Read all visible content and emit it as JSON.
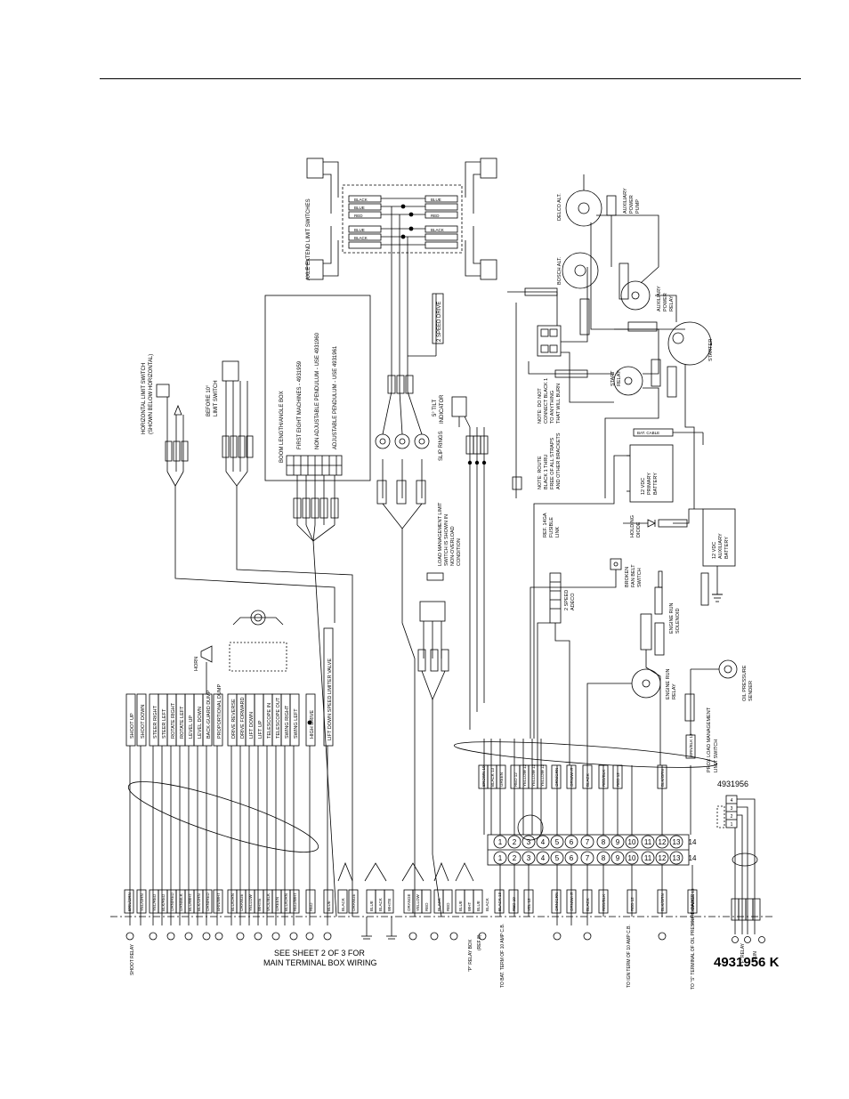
{
  "drawing_number": "4931956 K",
  "sheet_note": [
    "SEE SHEET 2 OF 3 FOR",
    "MAIN TERMINAL BOX WIRING"
  ],
  "components": {
    "axle_extend_limit_switches": "AXLE EXTEND LIMIT SWITCHES",
    "horizontal_limit_switch": [
      "HORIZONTAL LIMIT SWITCH",
      "(SHOWN BELOW HORIZONTAL)"
    ],
    "before_limit_switch": [
      "BEFORE 10°",
      "LIMIT SWITCH"
    ],
    "boom_box": {
      "title": "BOOM LENGTH/ANGLE BOX",
      "lines": [
        "FIRST EIGHT MACHINES - 4931959",
        "NON ADJUSTABLE PENDULUM - USE 4931960",
        "ADJUSTABLE PENDULUM - USE 4931961"
      ]
    },
    "two_speed_drive": "2 SPEED DRIVE",
    "tilt_indicator": [
      "5° TILT",
      "INDICATOR"
    ],
    "slip_rings": "SLIP RINGS",
    "load_mgmt_note": [
      "LOAD MANAGEMENT LIMIT",
      "SWITCH IS SHOWN IN",
      "NON-OVERLOAD",
      "CONDITION"
    ],
    "two_speed_adeco": [
      "2 SPEED",
      "ADECO"
    ],
    "broken_fan_belt_switch": [
      "BROKEN",
      "FAN BELT",
      "SWITCH"
    ],
    "engine_run_solenoid": [
      "ENGINE RUN",
      "SOLENOID"
    ],
    "engine_run_relay": [
      "ENGINE RUN",
      "RELAY"
    ],
    "oil_pressure_sender": [
      "OIL PRESSURE",
      "SENDER"
    ],
    "load_mgmt_switch": [
      "PROX LOAD MANAGEMENT",
      "LIMIT SWITCH"
    ],
    "relay_4931956": "4931956",
    "delco_alt": "DELCO ALT.",
    "bosch_alt": "BOSCH ALT.",
    "aux_power_pump": [
      "AUXILIARY",
      "POWER",
      "PUMP"
    ],
    "aux_power_relay": [
      "AUXILIARY",
      "POWER",
      "RELAY"
    ],
    "starter": "STARTER",
    "start_relay": [
      "START",
      "RELAY"
    ],
    "note_box": [
      "NOTE: DO NOT",
      "CONNECT BLACK 1",
      "TO ANYTHING",
      "THAT WILL BURN"
    ],
    "primary_battery": [
      "12 VDC",
      "PRIMARY",
      "BATTERY"
    ],
    "aux_battery": [
      "12 VDC",
      "AUXILIARY",
      "BATTERY"
    ],
    "holding_diode": [
      "HOLDING",
      "DIODE"
    ],
    "ref_note": [
      "REF. 14GA",
      "FUSIBLE",
      "LINK"
    ],
    "note_route": [
      "NOTE: ROUTE",
      "BLACK 1 THRU",
      "FREE OF ALL STRAPS",
      "AND OTHER BRACKETS"
    ],
    "horn": "HORN",
    "bat_cable": "BAT. CABLE"
  },
  "control_labels": [
    "SHOOT UP",
    "SHOOT DOWN",
    "STEER RIGHT",
    "STEER LEFT",
    "ROTATE RIGHT",
    "ROTATE LEFT",
    "LEVEL UP",
    "LEVEL DOWN",
    "BACK-GUARD DUMP",
    "PROPORTIONAL DUMP",
    "DRIVE REVERSE",
    "DRIVE FORWARD",
    "LIFT DOWN",
    "LIFT UP",
    "TELESCOPE IN",
    "TELESCOPE OUT",
    "SWING RIGHT",
    "SWING LEFT",
    "HIGH DRIVE",
    "LIFT DOWN SPEED LIMITER VALVE"
  ],
  "wire_colors_top": [
    "BLACK",
    "BLUE",
    "RED",
    "BLUE",
    "BLACK",
    "BLUE",
    "RED",
    "BLACK"
  ],
  "main_terminal_numbers": [
    "1",
    "2",
    "3",
    "4",
    "5",
    "6",
    "7",
    "8",
    "9",
    "10",
    "11",
    "12",
    "13",
    "14"
  ],
  "small_terminal_numbers": [
    "1",
    "2",
    "3",
    "4"
  ],
  "wire_tags_bottom": [
    "BRN/ORN",
    "YEL/ORN",
    "YEL/RED",
    "BLK/RED",
    "ORN/RED",
    "GRN/BLK",
    "BLU/WHT",
    "BLK/ORN",
    "ORN/RED",
    "BRN/WHT",
    "BLU/ORN",
    "ORANGE",
    "YELLOW",
    "WHITE",
    "VIOL/BLK",
    "GREEN",
    "BLU/ORN",
    "RED/WHT",
    "RED",
    "BLUE",
    "BLACK",
    "ORANGE",
    "BLUE",
    "BLACK",
    "WHITE",
    "ORANGE",
    "YELLOW",
    "RED",
    "BLACK",
    "RED",
    "BLUE",
    "WHT",
    "BLUE",
    "BLACK"
  ],
  "terminal_wire_tags": [
    "BLACK 13",
    "RED 10",
    "YEL 12",
    "ORN/GRN",
    "ORN/WHT",
    "BLACK",
    "RED/BLK",
    "RED 12",
    "BLK/ORN",
    "BRN/BLK 13"
  ],
  "terminal_upper_tags": [
    "BROWN 10",
    "BLACK 13",
    "GREEN",
    "RED 12",
    "YELLOW 12",
    "YELLOW 12",
    "YELLOW 12",
    "ORN/GRN",
    "ORN/WHT",
    "BLACK",
    "RED/BLK",
    "RED 12",
    "BLK/ORN",
    "BRN/BLK 13"
  ],
  "bottom_notes": [
    "SHOOT RELAY",
    "TO BAT. TERM OF 10 AMP C.B.",
    "TO IGN TERM OF 10 AMP C.B.",
    "TO \"S\" TERMINAL OF OIL PRESSURE GAUGE",
    "\"P\" RELAY BOX",
    "(REF 8)",
    "\"F\" RELAY",
    "RUN"
  ]
}
